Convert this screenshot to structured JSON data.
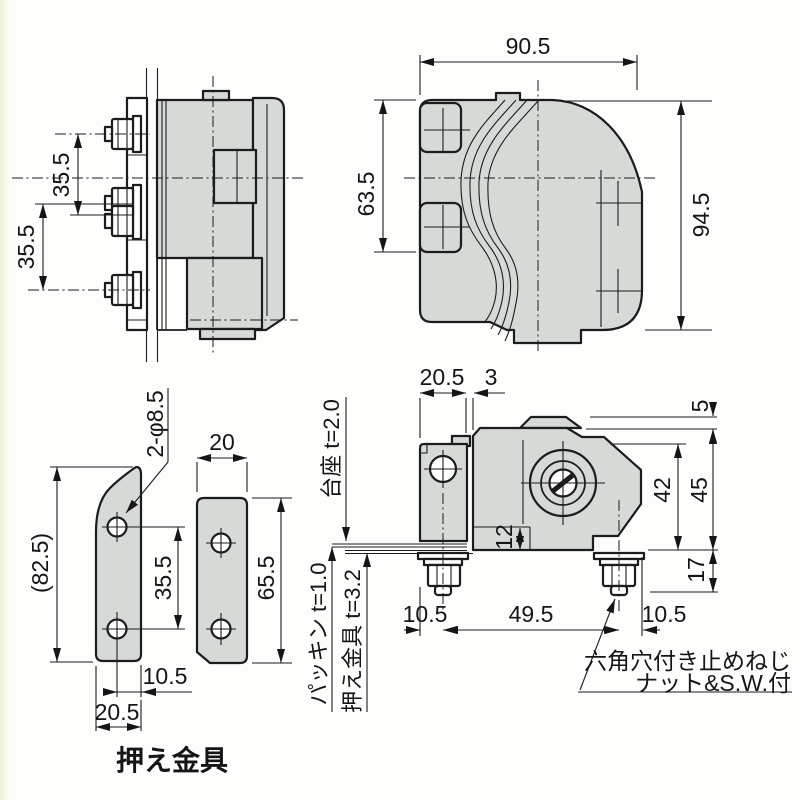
{
  "drawing": {
    "caption": "押え金具",
    "side_view": {
      "dim_pitch_top": "35.5",
      "dim_pitch_bottom": "35.5"
    },
    "top_view": {
      "dim_width": "90.5",
      "dim_left_height": "63.5",
      "dim_right_height": "94.5"
    },
    "plates_view": {
      "hole_callout": "2-φ8.5",
      "plate2_width": "20",
      "plate1_height": "(82.5)",
      "hole_pitch": "35.5",
      "plate2_height": "65.5",
      "edge_offset": "10.5",
      "plate1_width": "20.5"
    },
    "front_view": {
      "dim_leg_width": "20.5",
      "dim_gap": "3",
      "dim_top_offset": "5",
      "dim_body_height": "42",
      "dim_total_height": "45",
      "dim_step": "12",
      "dim_bolt_height": "17",
      "dim_left_offset": "10.5",
      "dim_bolt_pitch": "49.5",
      "dim_right_offset": "10.5"
    },
    "layers": {
      "daiza": "台座  t=2.0",
      "packing": "パッキン  t=1.0",
      "bracket": "押え金具  t=3.2"
    },
    "note": {
      "line1": "六角穴付き止めねじ",
      "line2": "ナット&S.W.付"
    }
  },
  "colors": {
    "part_fill": "#d6dad6",
    "line": "#1c1c1c",
    "background": "#fdfdfc",
    "edge_tint": "#edf2d6"
  }
}
